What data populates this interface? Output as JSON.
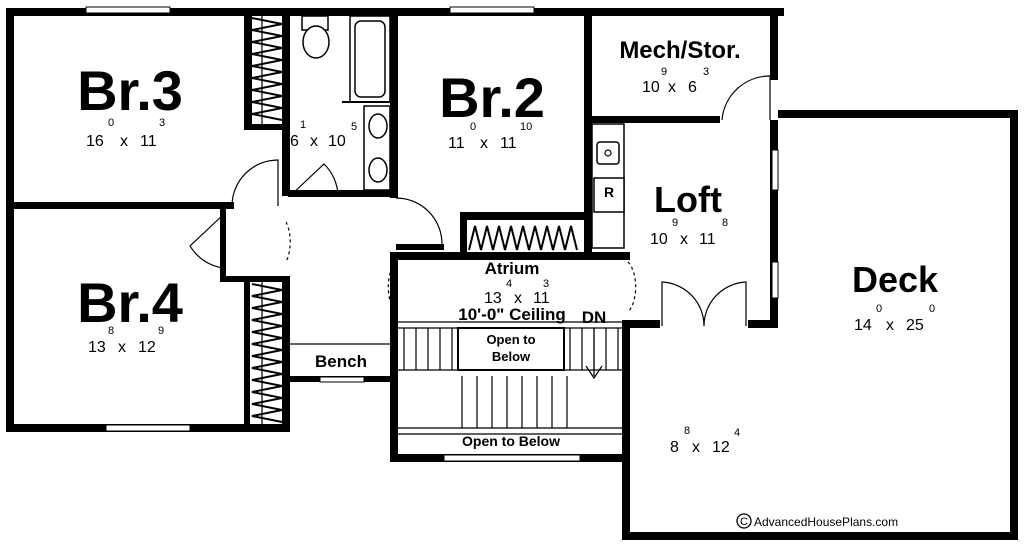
{
  "rooms": {
    "br3": {
      "name": "Br.3",
      "w": "16",
      "w_sup": "0",
      "h": "11",
      "h_sup": "3"
    },
    "br4": {
      "name": "Br.4",
      "w": "13",
      "w_sup": "8",
      "h": "12",
      "h_sup": "9"
    },
    "br2": {
      "name": "Br.2",
      "w": "11",
      "w_sup": "0",
      "h": "11",
      "h_sup": "10"
    },
    "bath": {
      "w": "6",
      "w_sup": "1",
      "h": "10",
      "h_sup": "5"
    },
    "mech": {
      "name": "Mech/Stor.",
      "w": "10",
      "w_sup": "9",
      "h": "6",
      "h_sup": "3"
    },
    "loft": {
      "name": "Loft",
      "w": "10",
      "w_sup": "9",
      "h": "11",
      "h_sup": "8"
    },
    "atrium": {
      "name": "Atrium",
      "w": "13",
      "w_sup": "4",
      "h": "11",
      "h_sup": "3",
      "ceiling": "10'-0\" Ceiling"
    },
    "deck": {
      "name": "Deck",
      "w": "14",
      "w_sup": "0",
      "h": "25",
      "h_sup": "0"
    },
    "lower": {
      "w": "8",
      "w_sup": "8",
      "h": "12",
      "h_sup": "4"
    }
  },
  "labels": {
    "bench": "Bench",
    "dn": "DN",
    "open_line1": "Open to",
    "open_line2": "Below",
    "open_to_below": "Open to Below",
    "fridge": "R",
    "times": "x"
  },
  "copyright": {
    "symbol": "C",
    "text": "AdvancedHousePlans.com"
  }
}
